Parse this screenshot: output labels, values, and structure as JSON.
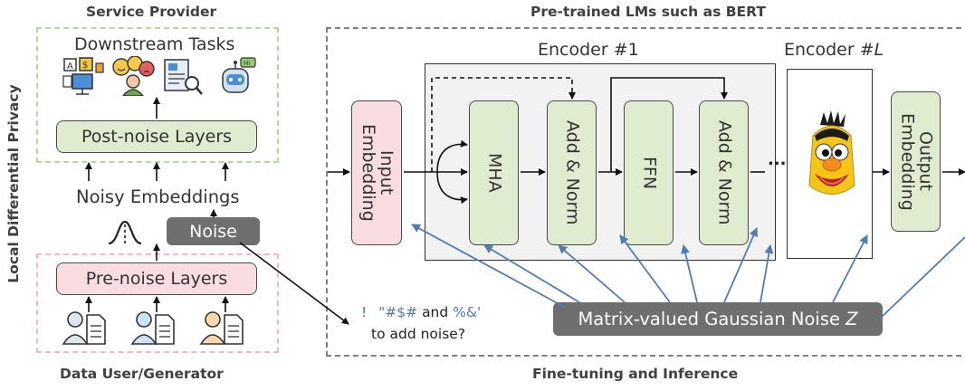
{
  "left": {
    "title_top": "Service Provider",
    "title_bottom": "Data User/Generator",
    "side_title": "Local Differential Privacy",
    "downstream_tasks": "Downstream Tasks",
    "post_noise": "Post-noise Layers",
    "noisy_embeddings": "Noisy Embeddings",
    "noise": "Noise",
    "pre_noise": "Pre-noise Layers"
  },
  "right": {
    "title_top": "Pre-trained LMs such as BERT",
    "title_bottom": "Fine-tuning and Inference",
    "encoder1": "Encoder #1",
    "encoderL_prefix": "Encoder #",
    "encoderL_suffix": "L",
    "input_embedding_line1": "Input",
    "input_embedding_line2": "Embedding",
    "mha": "MHA",
    "add_norm_1": "Add & Norm",
    "ffn": "FFN",
    "add_norm_2": "Add & Norm",
    "ellipsis": "...",
    "output_embedding_line1": "Output",
    "output_embedding_line2": "Embedding",
    "noise_z_prefix": "Matrix-valued Gaussian Noise ",
    "noise_z_var": "Z"
  },
  "question": {
    "mark1": "!",
    "mark2": "\"#$#",
    "and_word": "and",
    "mark3": "%&'",
    "line2": "to add noise?"
  },
  "colors": {
    "green_fill": "#dfeccf",
    "pink_fill": "#f9dde1",
    "blue_arrow": "#4f7cb3",
    "grey_pill": "#6f6f6f",
    "encoder_bg": "#f2f2f2"
  }
}
